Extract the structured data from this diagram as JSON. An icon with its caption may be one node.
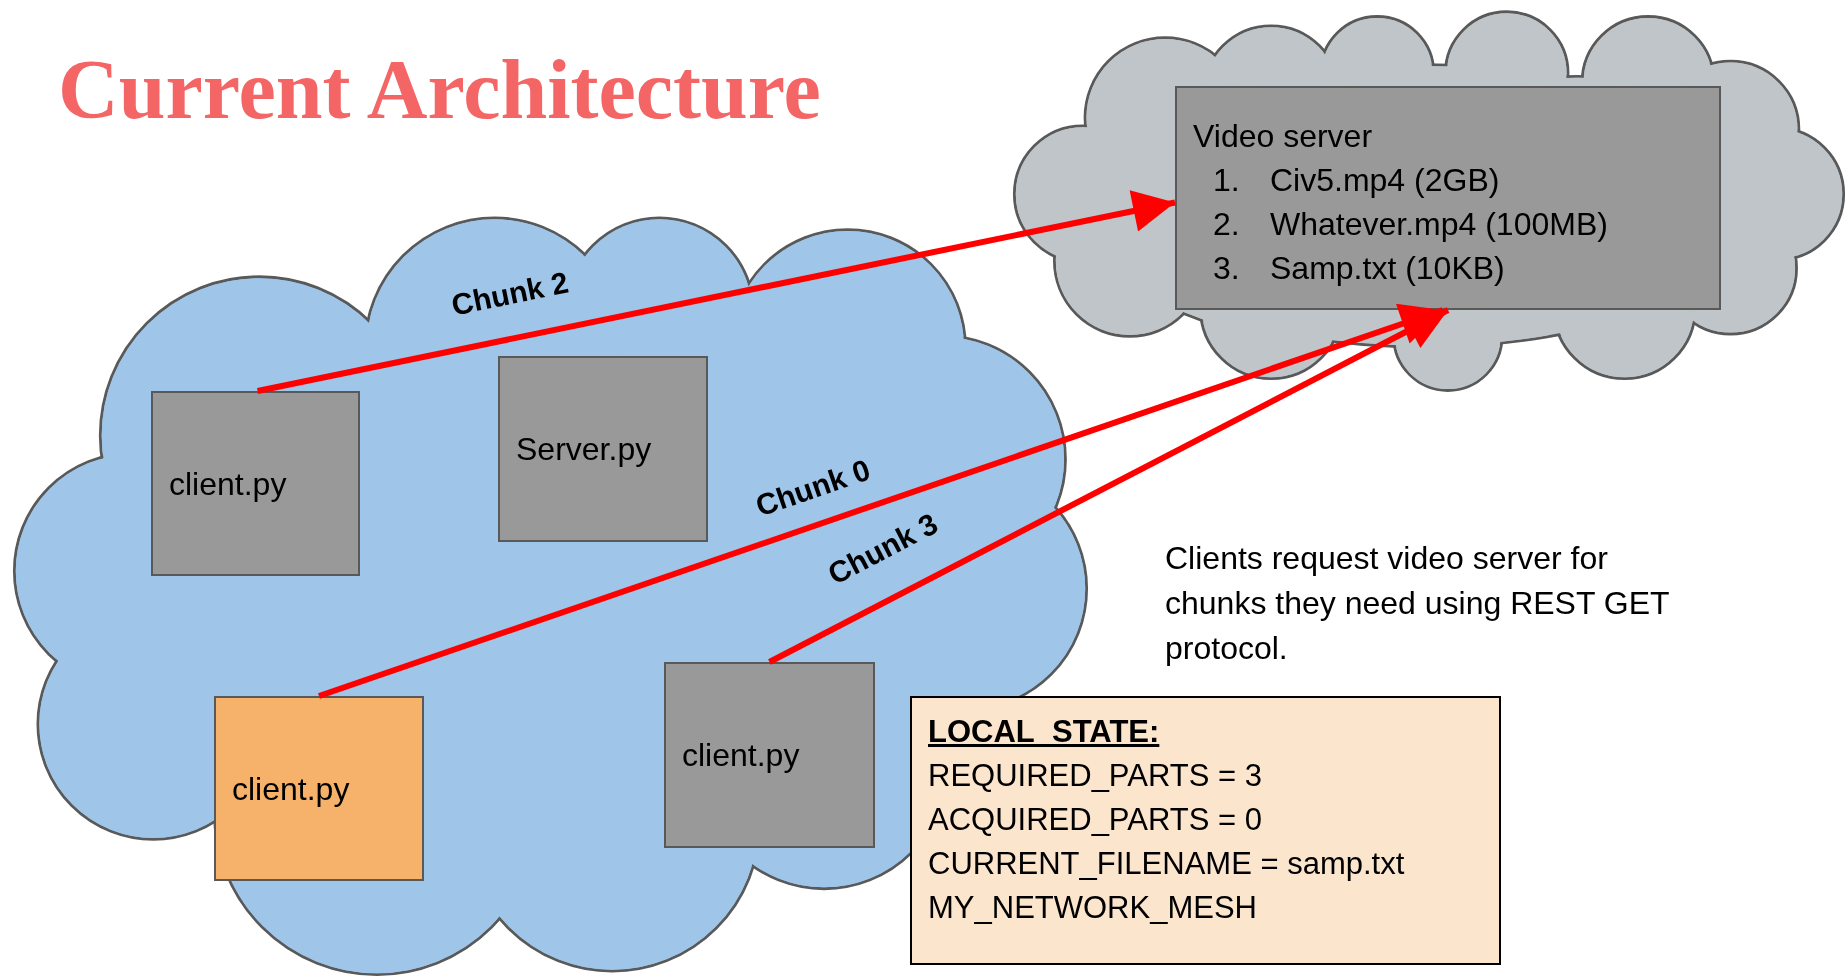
{
  "diagram": {
    "title": "Current Architecture",
    "nodes": [
      {
        "text": [],
        "shape": "cloud"
      },
      {
        "text": [
          "Video server",
          "1.",
          "Civ5.mp4 (2GB)",
          "2.",
          "Whatever.mp4 (100MB)",
          "3.",
          "Samp.txt (10KB)"
        ],
        "in": 0
      },
      {
        "text": [],
        "shape": "cloud"
      },
      {
        "text": [
          "client.py"
        ],
        "in": 2
      },
      {
        "text": [
          "Server.py"
        ],
        "in": 2
      },
      {
        "text": [
          "client.py"
        ],
        "in": 2
      },
      {
        "text": [
          "client.py"
        ],
        "in": 2
      },
      {
        "text": [
          "LOCAL_STATE:",
          "REQUIRED_PARTS = 3",
          "ACQUIRED_PARTS = 0",
          "CURRENT_FILENAME = samp.txt",
          "MY_NETWORK_MESH"
        ]
      }
    ],
    "edges": [
      {
        "from": 3,
        "to": 1,
        "arrow": "to",
        "label": "Chunk 2"
      },
      {
        "from": 5,
        "to": 1,
        "arrow": "to",
        "label": "Chunk 0"
      },
      {
        "from": 6,
        "to": 1,
        "arrow": "to",
        "label": "Chunk 3"
      }
    ],
    "labels": [
      "Clients request video server for chunks they need using REST GET protocol."
    ]
  }
}
